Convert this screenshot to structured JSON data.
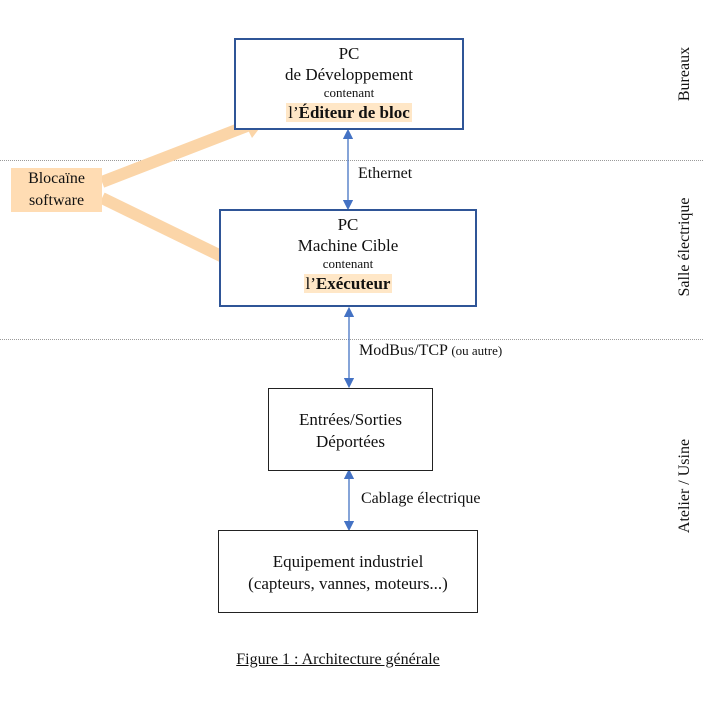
{
  "zones": {
    "top": "Bureaux",
    "middle": "Salle électrique",
    "bottom": "Atelier / Usine"
  },
  "blocaine": {
    "line1": "Blocaïne",
    "line2": "software"
  },
  "boxes": {
    "dev_pc": {
      "line1": "PC",
      "line2": "de Développement",
      "line3": "contenant",
      "prefix": "l’",
      "bold": "Éditeur de bloc"
    },
    "target_pc": {
      "line1": "PC",
      "line2": "Machine Cible",
      "line3": "contenant",
      "prefix": "l’",
      "bold": "Exécuteur"
    },
    "io": {
      "line1": "Entrées/Sorties",
      "line2": "Déportées"
    },
    "equipment": {
      "line1": "Equipement industriel",
      "line2": "(capteurs, vannes, moteurs...)"
    }
  },
  "connections": {
    "ethernet": "Ethernet",
    "modbus": "ModBus/TCP",
    "modbus_note": "(ou autre)",
    "wiring": "Cablage électrique"
  },
  "caption": "Figure 1 : Architecture générale",
  "colors": {
    "box_border": "#2f5597",
    "arrow_line": "#4472c4",
    "highlight": "#ffe7c7",
    "big_arrow": "#fbd5a8",
    "blocaine_bg": "#ffdcb3"
  }
}
